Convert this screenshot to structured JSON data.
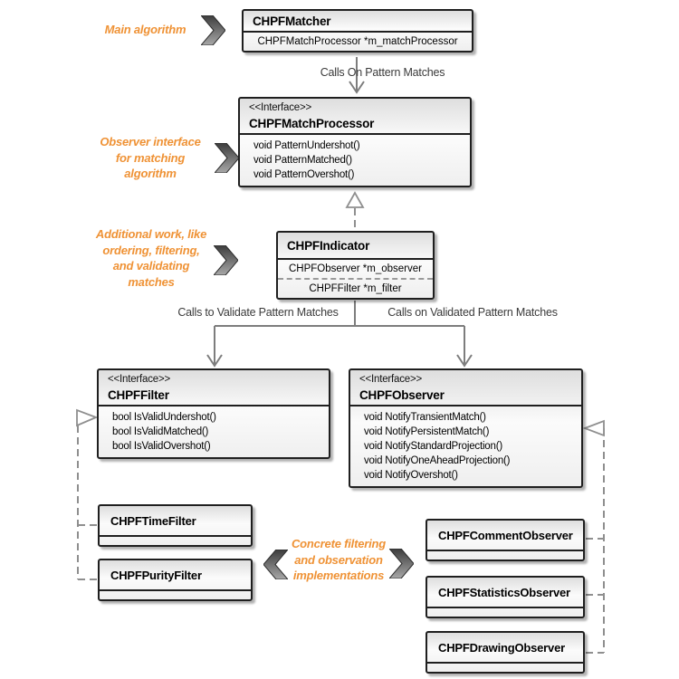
{
  "diagram": {
    "type": "uml-class-diagram",
    "subject": "CHPF pattern matching framework"
  },
  "colors": {
    "annotation_orange": "#ef9235",
    "connector_gray": "#7d7d7d",
    "dashed_gray": "#8f8f8f",
    "box_border": "#1f1f1f",
    "box_fill_top": "#dedede",
    "box_fill_bottom": "#efefef"
  },
  "classes": {
    "matcher": {
      "name": "CHPFMatcher",
      "attributes": [
        "CHPFMatchProcessor *m_matchProcessor"
      ]
    },
    "match_processor": {
      "stereotype": "<<Interface>>",
      "name": "CHPFMatchProcessor",
      "methods": [
        "void PatternUndershot()",
        "void PatternMatched()",
        "void PatternOvershot()"
      ]
    },
    "indicator": {
      "name": "CHPFIndicator",
      "attributes": [
        "CHPFObserver *m_observer",
        "CHPFFilter *m_filter"
      ]
    },
    "filter": {
      "stereotype": "<<Interface>>",
      "name": "CHPFFilter",
      "methods": [
        "bool IsValidUndershot()",
        "bool IsValidMatched()",
        "bool IsValidOvershot()"
      ]
    },
    "observer": {
      "stereotype": "<<Interface>>",
      "name": "CHPFObserver",
      "methods": [
        "void NotifyTransientMatch()",
        "void NotifyPersistentMatch()",
        "void NotifyStandardProjection()",
        "void NotifyOneAheadProjection()",
        "void NotifyOvershot()"
      ]
    },
    "time_filter": {
      "name": "CHPFTimeFilter"
    },
    "purity_filter": {
      "name": "CHPFPurityFilter"
    },
    "comment_observer": {
      "name": "CHPFCommentObserver"
    },
    "statistics_observer": {
      "name": "CHPFStatisticsObserver"
    },
    "drawing_observer": {
      "name": "CHPFDrawingObserver"
    }
  },
  "edge_labels": {
    "calls_on_pattern_matches": "Calls On Pattern Matches",
    "calls_to_validate": "Calls to Validate Pattern Matches",
    "calls_on_validated": "Calls on Validated Pattern Matches"
  },
  "annotations": {
    "main_algorithm": {
      "lines": [
        "Main algorithm"
      ]
    },
    "observer_interface": {
      "lines": [
        "Observer interface",
        "for matching",
        "algorithm"
      ]
    },
    "additional_work": {
      "lines": [
        "Additional work, like",
        "ordering, filtering,",
        "and validating",
        "matches"
      ]
    },
    "concrete_implementations": {
      "lines": [
        "Concrete filtering",
        "and observation",
        "implementations"
      ]
    }
  }
}
